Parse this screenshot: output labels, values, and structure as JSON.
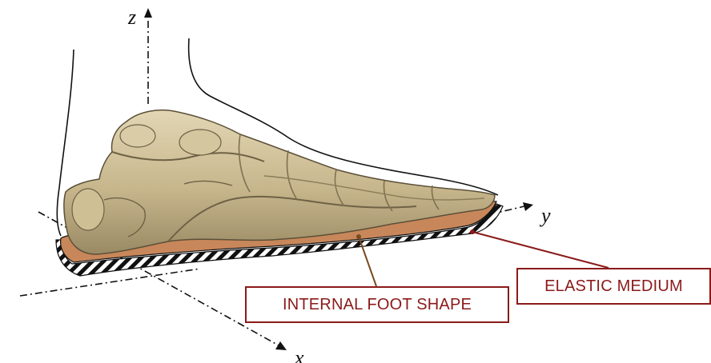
{
  "axes": {
    "x": "x",
    "y": "y",
    "z": "z"
  },
  "labels": {
    "internal_foot_shape": "INTERNAL FOOT SHAPE",
    "elastic_medium": "ELASTIC MEDIUM"
  },
  "colors": {
    "callout": "#8b1a1a",
    "sole": "#c8875a",
    "bone": "#cdbd96",
    "bone_shadow": "#7e7150",
    "outline": "#111111"
  }
}
